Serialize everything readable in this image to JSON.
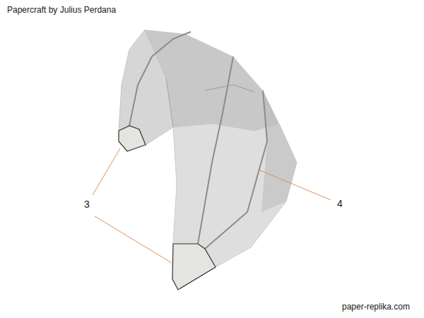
{
  "diagram": {
    "labels": [
      "Papercraft by Julius Perdana",
      "3",
      "4",
      "paper-replika.com"
    ]
  }
}
